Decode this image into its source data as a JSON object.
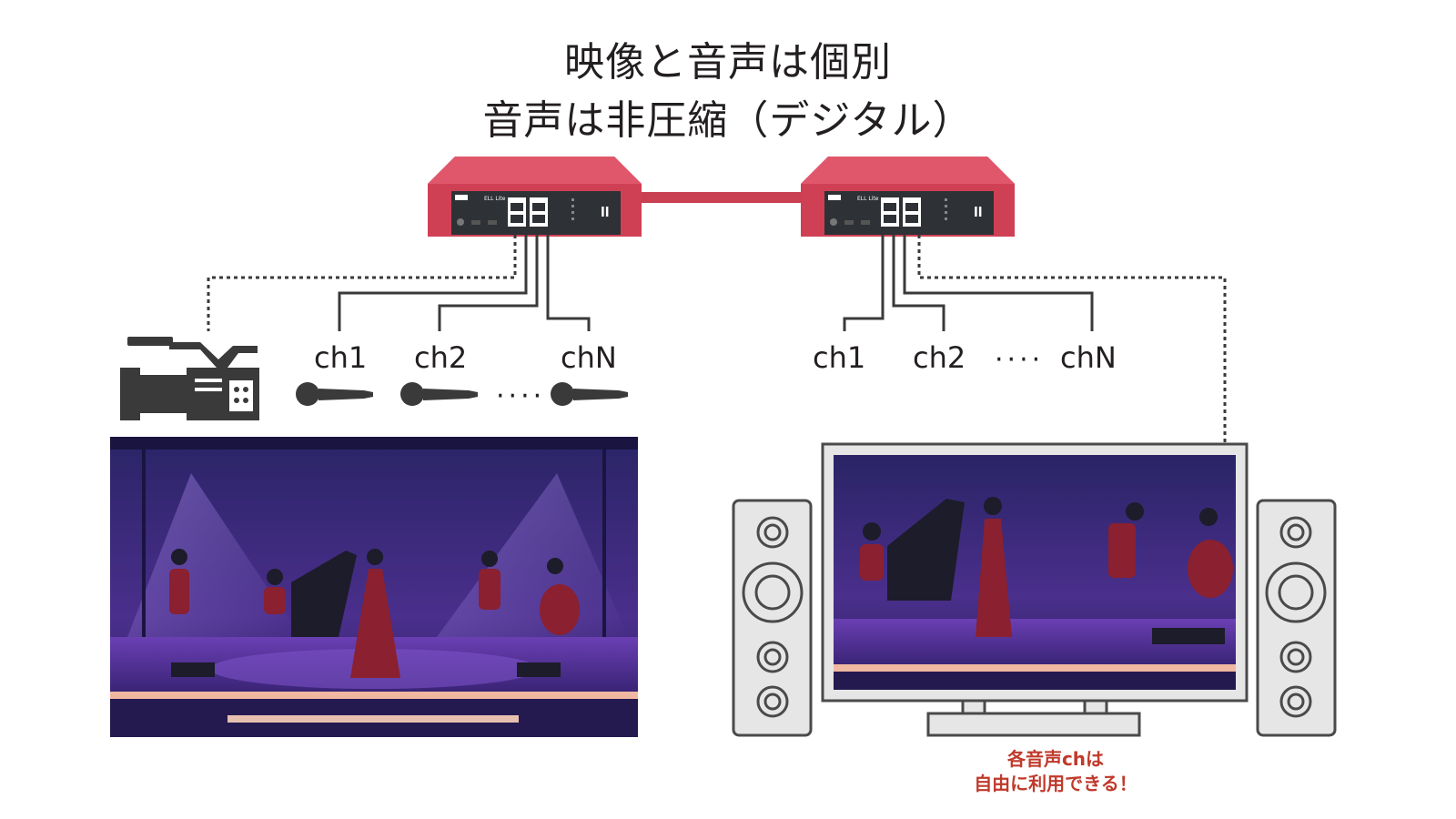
{
  "title": {
    "line1": "映像と音声は個別",
    "line2": "音声は非圧縮（デジタル）"
  },
  "sender": {
    "channels": [
      "ch1",
      "ch2",
      "chN"
    ],
    "ellipsis": "····"
  },
  "receiver": {
    "channels": [
      "ch1",
      "ch2",
      "chN"
    ],
    "ellipsis": "····"
  },
  "device": {
    "brand_label": "ELL Lite",
    "body_color": "#d04055",
    "panel_color": "#2e3135"
  },
  "note": {
    "line1": "各音声chは",
    "line2": "自由に利用できる！",
    "color": "#c0392b"
  }
}
